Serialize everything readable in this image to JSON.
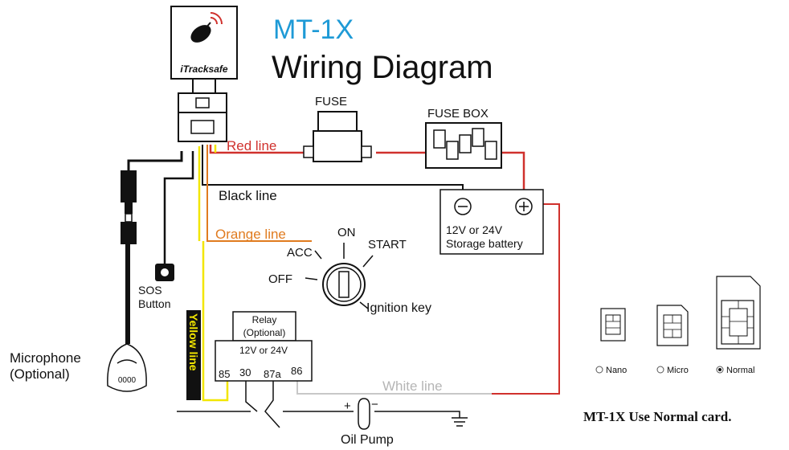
{
  "header": {
    "model": "MT-1X",
    "title": "Wiring Diagram",
    "brand": "iTracksafe"
  },
  "colors": {
    "title_blue": "#1e9ad6",
    "red_wire": "#d0312d",
    "orange_wire": "#e07b1f",
    "yellow_wire": "#f2e600",
    "white_wire": "#c8c8c8",
    "black_wire": "#111111"
  },
  "labels": {
    "fuse": "FUSE",
    "fuse_box": "FUSE BOX",
    "red_line": "Red line",
    "black_line": "Black line",
    "orange_line": "Orange  line",
    "yellow_line": "Yellow  line",
    "white_line": "White line",
    "battery_line1": "12V or 24V",
    "battery_line2": "Storage battery",
    "battery_minus": "−",
    "battery_plus": "+",
    "ignition_on": "ON",
    "ignition_start": "START",
    "ignition_acc": "ACC",
    "ignition_off": "OFF",
    "ignition_key": "Ignition key",
    "sos_line1": "SOS",
    "sos_line2": "Button",
    "mic_line1": "Microphone",
    "mic_line2": "(Optional)",
    "mic_body": "0000",
    "relay_line1": "Relay",
    "relay_line2": "(Optional)",
    "relay_voltage": "12V or 24V",
    "relay_pin_85": "85",
    "relay_pin_30": "30",
    "relay_pin_87a": "87a",
    "relay_pin_86": "86",
    "pump_plus": "+",
    "pump_minus": "−",
    "oil_pump": "Oil Pump"
  },
  "sim_cards": {
    "options": [
      {
        "label": "Nano",
        "selected": false
      },
      {
        "label": "Micro",
        "selected": false
      },
      {
        "label": "Normal",
        "selected": true
      }
    ],
    "note": "MT-1X Use Normal card."
  }
}
